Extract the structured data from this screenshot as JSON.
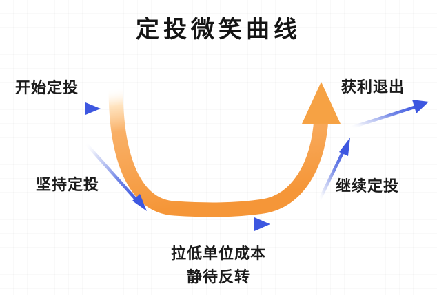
{
  "title": "定投微笑曲线",
  "labels": {
    "start": "开始定投",
    "exit": "获利退出",
    "persist": "坚持定投",
    "continue": "继续定投",
    "bottom_line1": "拉低单位成本",
    "bottom_line2": "静待反转"
  },
  "colors": {
    "background": "#ffffff",
    "grid": "#f3f3f3",
    "curve_orange_light": "#ffd9a8",
    "curve_orange": "#f5a04a",
    "curve_orange_deep": "#f59638",
    "arrow_blue": "#3d57e0",
    "arrow_blue_fade": "#ffffff",
    "text": "#1b1b1b"
  },
  "chart_data": {
    "type": "line",
    "title": "定投微笑曲线",
    "xlabel": "",
    "ylabel": "",
    "annotations": [
      {
        "name": "start",
        "text": "开始定投",
        "position": "top-left"
      },
      {
        "name": "persist",
        "text": "坚持定投",
        "position": "mid-left"
      },
      {
        "name": "bottom",
        "text": "拉低单位成本 静待反转",
        "position": "bottom-center"
      },
      {
        "name": "continue",
        "text": "继续定投",
        "position": "mid-right"
      },
      {
        "name": "exit",
        "text": "获利退出",
        "position": "top-right"
      }
    ],
    "series": [
      {
        "name": "定投微笑曲线",
        "shape": "u-curve",
        "color": "#f5a04a",
        "points": [
          {
            "x": 0,
            "y": 100
          },
          {
            "x": 12,
            "y": 62
          },
          {
            "x": 30,
            "y": 24
          },
          {
            "x": 50,
            "y": 12
          },
          {
            "x": 70,
            "y": 24
          },
          {
            "x": 88,
            "y": 62
          },
          {
            "x": 100,
            "y": 100
          }
        ]
      }
    ],
    "grid": true,
    "legend": "none"
  }
}
